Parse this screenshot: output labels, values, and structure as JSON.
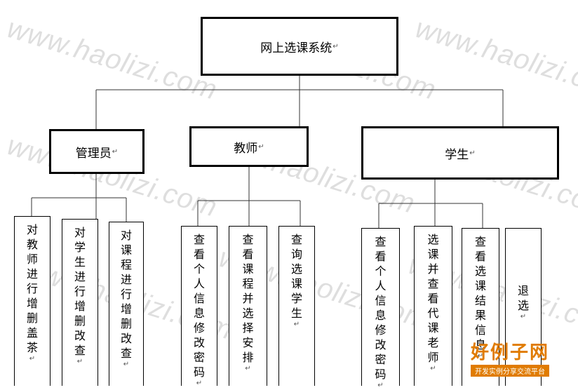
{
  "watermark": "www.haolizi.com",
  "root": "网上选课系统",
  "para_mark": "↵",
  "admin": {
    "title": "管理员",
    "children": [
      "对教师进行增删盖茶",
      "对学生进行增删改查",
      "对课程进行增删改查"
    ]
  },
  "teacher": {
    "title": "教师",
    "children": [
      "查看个人信息修改密码",
      "查看课程并选择安排",
      "查询选课学生"
    ]
  },
  "student": {
    "title": "学生",
    "children": [
      "查看个人信息修改密码",
      "选课并查看代课老师",
      "查看选课结果信息",
      "退选"
    ]
  },
  "logo": {
    "big": "好例子网",
    "small": "开发实例分享交流平台"
  }
}
